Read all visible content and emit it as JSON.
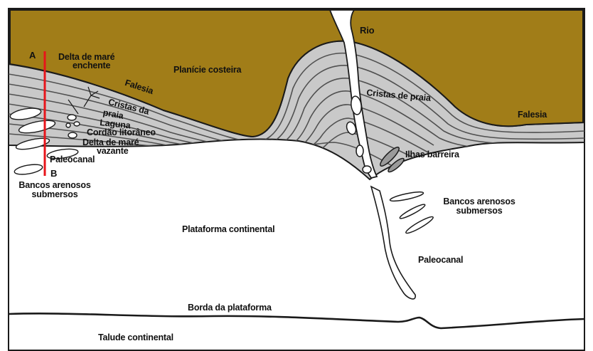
{
  "colors": {
    "land": "#a17d18",
    "coastal_band": "#c9c9c9",
    "ridge_line": "#505050",
    "outline": "#1a1a1a",
    "section_line": "#e8141a",
    "background": "#ffffff"
  },
  "section": {
    "start_label": "A",
    "end_label": "B"
  },
  "labels": {
    "rio": "Rio",
    "delta_enchente_1": "Delta de maré",
    "delta_enchente_2": "enchente",
    "falesia_left": "Falesia",
    "planicie": "Planície costeira",
    "cristas_left_1": "Cristas da",
    "cristas_left_2": "praia",
    "laguna": "Laguna",
    "cordao": "Cordão litorâneo",
    "delta_vazante_1": "Delta de maré",
    "delta_vazante_2": "vazante",
    "paleocanal_left": "Paleocanal",
    "bancos_left_1": "Bancos arenosos",
    "bancos_left_2": "submersos",
    "cristas_right": "Cristas de praia",
    "falesia_right": "Falesia",
    "ilhas": "Ilhas barreira",
    "bancos_right_1": "Bancos arenosos",
    "bancos_right_2": "submersos",
    "plataforma": "Plataforma continental",
    "paleocanal_right": "Paleocanal",
    "borda": "Borda da plataforma",
    "talude": "Talude continental"
  }
}
